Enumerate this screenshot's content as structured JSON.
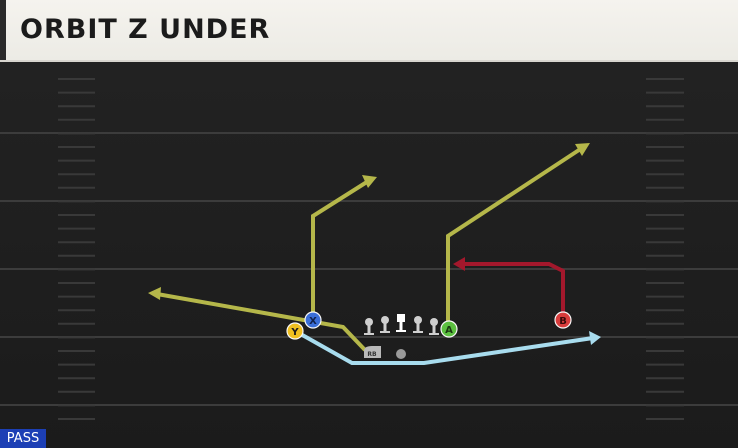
{
  "play": {
    "title": "ORBIT Z UNDER",
    "type": "PASS"
  },
  "colors": {
    "route_yellow": "#b5b74a",
    "route_blue": "#a8dcee",
    "route_red": "#a3182c",
    "button_x": "#3a6ed8",
    "button_y": "#f0c020",
    "button_a": "#5cc040",
    "button_b": "#d83c3c",
    "badge_pass": "#1c3fb5"
  },
  "players": {
    "x": {
      "label": "X",
      "icon": "x-button-icon"
    },
    "y": {
      "label": "Y",
      "icon": "y-button-icon"
    },
    "a": {
      "label": "A",
      "icon": "a-button-icon"
    },
    "b": {
      "label": "B",
      "icon": "b-button-icon"
    },
    "rb": {
      "label": "RB",
      "icon": "rb-bumper-icon"
    },
    "qb": {
      "icon": "qb-marker-icon"
    }
  },
  "offensive_line": {
    "count": 5,
    "icon": "lineman-icon"
  }
}
